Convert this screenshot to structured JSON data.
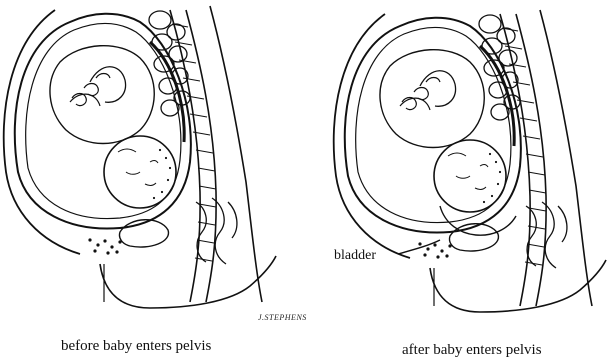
{
  "panels": [
    {
      "caption": "before baby enters pelvis"
    },
    {
      "caption": "after baby enters pelvis"
    }
  ],
  "labels": {
    "bladder": "bladder"
  },
  "artist_signature": "J.STEPHENS"
}
